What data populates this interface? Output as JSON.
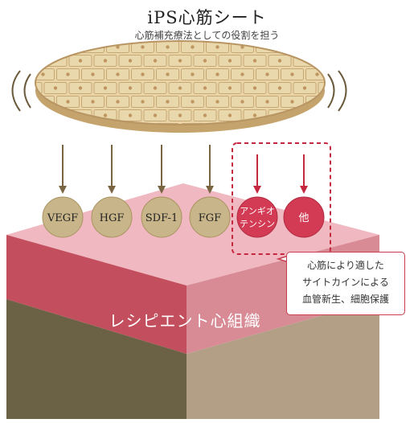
{
  "title": "iPS心筋シート",
  "subtitle": "心筋補充療法としての役割を担う",
  "factors": [
    {
      "label": "VEGF",
      "kind": "gold"
    },
    {
      "label": "HGF",
      "kind": "gold"
    },
    {
      "label": "SDF-1",
      "kind": "gold"
    },
    {
      "label": "FGF",
      "kind": "gold"
    },
    {
      "label_line1": "アンギオ",
      "label_line2": "テンシン",
      "kind": "red"
    },
    {
      "label": "他",
      "kind": "red"
    }
  ],
  "note": {
    "line1": "心筋により適した",
    "line2": "サイトカインによる",
    "line3": "血管新生、細胞保護"
  },
  "tissue_label": "レシピエント心組織",
  "colors": {
    "gold_circle": "#c8b68a",
    "red_circle": "#d33a53",
    "arrow_brown": "#7a6542",
    "arrow_red": "#c5283e",
    "tissue_top": "#f0b8c0",
    "tissue_front": "#c34e5d",
    "tissue_muscle_side": "#d88a95",
    "tissue_bottom_front": "#6b6245",
    "tissue_bottom_side": "#b39f86",
    "sheet": "#e9d5a8"
  }
}
